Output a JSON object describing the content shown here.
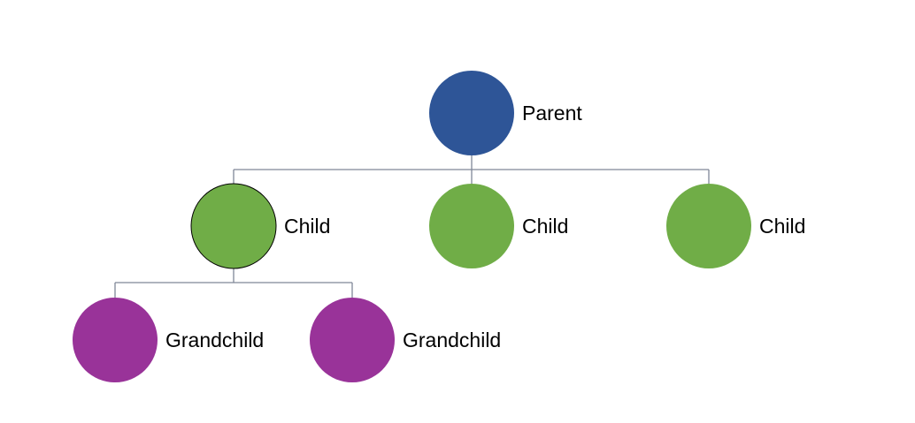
{
  "colors": {
    "parent": "#2e5597",
    "child": "#70ad47",
    "grandchild": "#993399",
    "connector": "#7f8797"
  },
  "nodes": {
    "parent": {
      "label": "Parent"
    },
    "child_1": {
      "label": "Child"
    },
    "child_2": {
      "label": "Child"
    },
    "child_3": {
      "label": "Child"
    },
    "grandchild_1": {
      "label": "Grandchild"
    },
    "grandchild_2": {
      "label": "Grandchild"
    }
  }
}
